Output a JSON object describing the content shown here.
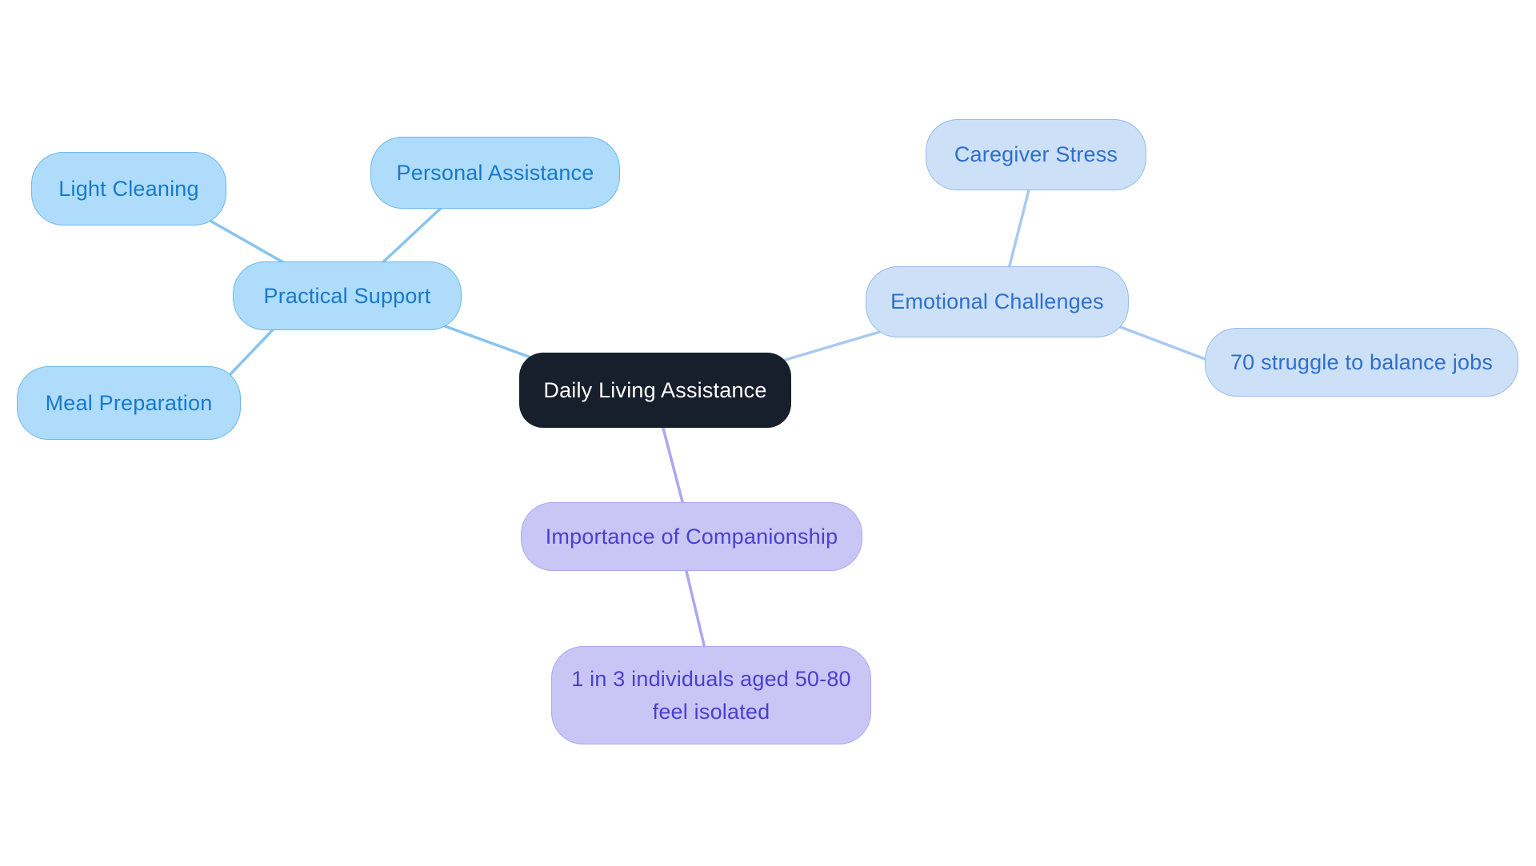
{
  "background": "#FFFFFF",
  "root": {
    "label": "Daily Living Assistance",
    "fill": "#161F2B",
    "text_color": "#FFFFFF"
  },
  "branches": {
    "practical": {
      "label": "Practical Support",
      "fill": "#AEDCFA",
      "border_color": "#6CB7EC",
      "text_color": "#1879CB",
      "edge_color": "#87C4F0",
      "children": {
        "light_cleaning": {
          "label": "Light Cleaning"
        },
        "personal_assistance": {
          "label": "Personal Assistance"
        },
        "meal_preparation": {
          "label": "Meal Preparation"
        }
      }
    },
    "emotional": {
      "label": "Emotional Challenges",
      "fill": "#CCE0F8",
      "border_color": "#94BBEE",
      "text_color": "#2F6FCB",
      "edge_color": "#A9C9F1",
      "children": {
        "caregiver_stress": {
          "label": "Caregiver Stress"
        },
        "balance_jobs": {
          "label": "70 struggle to balance jobs"
        }
      }
    },
    "companionship": {
      "label": "Importance of Companionship",
      "fill": "#C9C6F6",
      "border_color": "#ABA7F1",
      "text_color": "#4A3FD1",
      "edge_color": "#ABA8F0",
      "children": {
        "isolation_stat": {
          "label": "1 in 3 individuals aged 50-80 feel isolated"
        }
      }
    }
  }
}
